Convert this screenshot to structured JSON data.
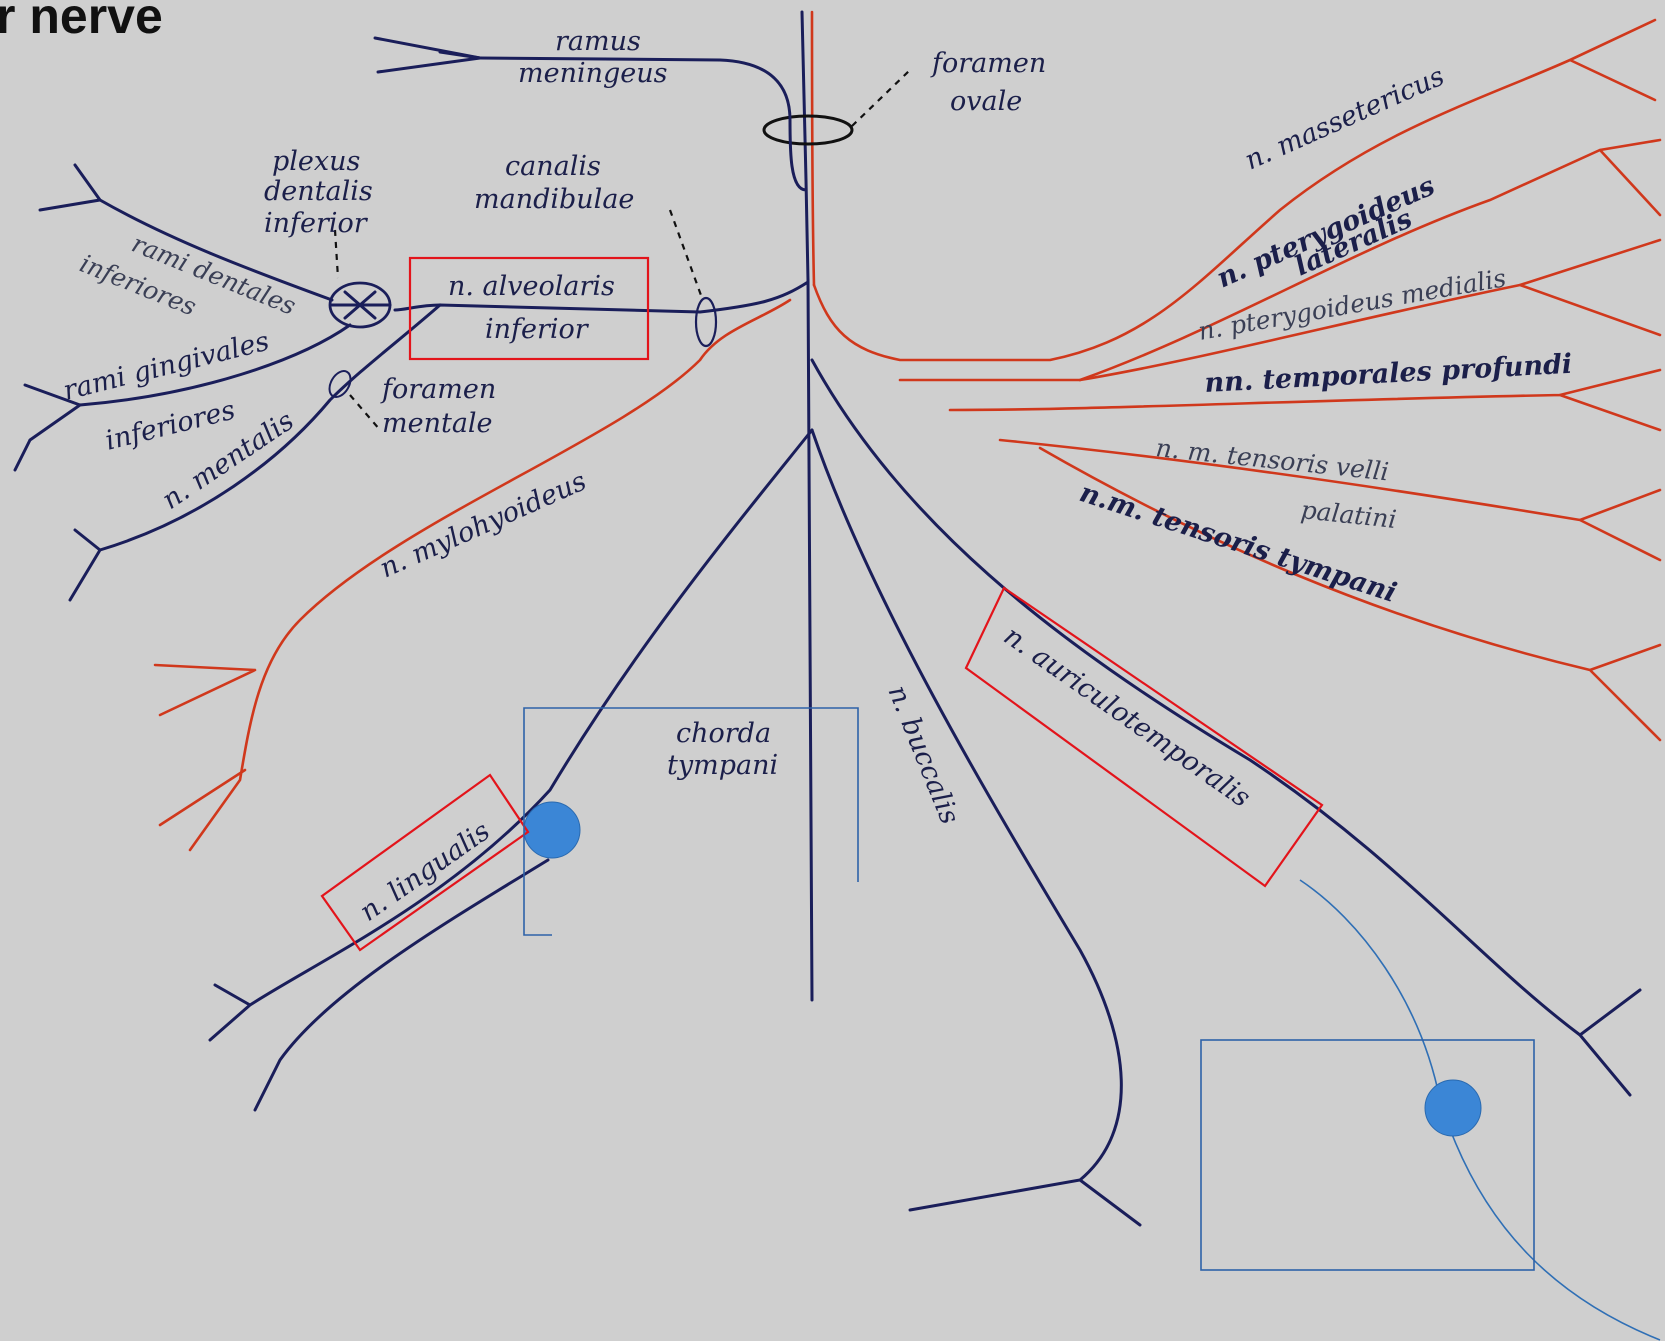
{
  "title": "r nerve",
  "labels": {
    "ramus_meningeus": [
      "ramus",
      "meningeus"
    ],
    "foramen_ovale": [
      "foramen",
      "ovale"
    ],
    "plexus_dentalis_inferior": [
      "plexus",
      "dentalis",
      "inferior"
    ],
    "canalis_mandibulae": [
      "canalis",
      "mandibulae"
    ],
    "rami_dentales": "rami dentales",
    "inferiores_upper": "inferiores",
    "n_alveolaris_inferior": [
      "n. alveolaris",
      "inferior"
    ],
    "rami_gingivales": "rami gingivales",
    "inferiores_lower": "inferiores",
    "foramen_mentale": [
      "foramen",
      "mentale"
    ],
    "n_mentalis": "n. mentalis",
    "n_mylohyoideus": "n. mylohyoideus",
    "n_massetericus": "n. massetericus",
    "n_pterygoideus_lateralis": [
      "n. pterygoideus",
      "lateralis"
    ],
    "n_pterygoideus_medialis": "n. pterygoideus medialis",
    "nn_temporales_profundi": "nn. temporales profundi",
    "n_m_tensoris_velli_palatini": [
      "n. m. tensoris velli",
      "palatini"
    ],
    "n_m_tensoris_tympani": "n.m. tensoris tympani",
    "chorda_tympani": [
      "chorda",
      "tympani"
    ],
    "n_lingualis": "n. lingualis",
    "n_buccalis": "n. buccalis",
    "n_auriculotemporalis": "n. auriculotemporalis"
  },
  "colors": {
    "background": "#cfcfcf",
    "sensory_nerve": "#1a1e5a",
    "motor_nerve": "#d0381c",
    "highlight_box": "#e3141b",
    "ganglion": "#3b86d6",
    "parasympathetic_fiber": "#2f6fb5"
  }
}
